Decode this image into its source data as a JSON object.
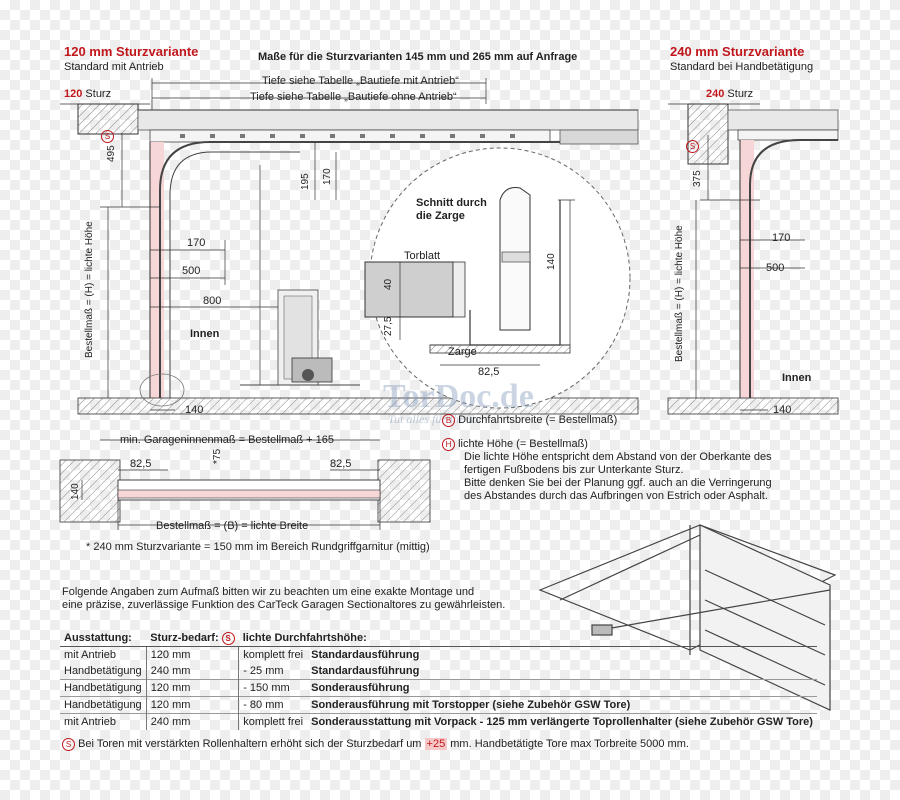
{
  "header": {
    "note": "Maße für die Sturzvarianten 145 mm und 265 mm auf Anfrage"
  },
  "left": {
    "title": "120 mm Sturzvariante",
    "subtitle": "Standard mit Antrieb",
    "sturz_value": "120",
    "sturz_label": "Sturz"
  },
  "right": {
    "title": "240 mm Sturzvariante",
    "subtitle": "Standard bei Handbetätigung",
    "sturz_value": "240",
    "sturz_label": "Sturz"
  },
  "badges": {
    "s": "S",
    "b": "B",
    "h": "H"
  },
  "drawing": {
    "depth_motor": "Tiefe siehe Tabelle „Bautiefe mit Antrieb“",
    "depth_no_motor": "Tiefe siehe Tabelle „Bautiefe ohne Antrieb“",
    "dim_495": "495",
    "dim_195": "195",
    "dim_170_vert": "170",
    "dim_170": "170",
    "dim_500": "500",
    "dim_800": "800",
    "dim_140": "140",
    "dim_375": "375",
    "innen": "Innen",
    "bestellmaß_placeholder": "",
    "bestellmass_vert": "Bestellmaß = (H) = lichte Höhe"
  },
  "detail": {
    "title1": "Schnitt durch",
    "title2": "die Zarge",
    "torblatt": "Torblatt",
    "dim_40": "40",
    "dim_27_5": "27,5",
    "zarge": "Zarge",
    "dim_82_5": "82,5",
    "dim_140": "140"
  },
  "watermark": {
    "text": "TorDoc.de",
    "tagline": "Tut alles für Ihr Tor"
  },
  "legend": {
    "b_text": "Durchfahrtsbreite (= Bestellmaß)",
    "h_text": "lichte Höhe (= Bestellmaß)",
    "line1": "Die lichte Höhe entspricht dem Abstand von der Oberkante des",
    "line2": "fertigen Fußbodens bis zur Unterkante Sturz.",
    "line3": "Bitte denken Sie bei der Planung ggf. auch an die Verringerung",
    "line4": "des Abstandes durch das Aufbringen von Estrich oder Asphalt."
  },
  "plan": {
    "garage_width": "min. Garageninnenmaß = Bestellmaß + 165",
    "dim_82_5": "82,5",
    "dim_75": "*75",
    "dim_140": "140",
    "bestellmass": "Bestellmaß = (B) = lichte Breite",
    "footnote": "* 240 mm Sturzvariante = 150 mm im Bereich Rundgriffgarnitur (mittig)"
  },
  "info": {
    "line1": "Folgende Angaben zum Aufmaß bitten wir zu beachten um eine exakte Montage und",
    "line2": "eine präzise, zuverlässige Funktion des CarTeck Garagen Sectionaltores zu gewährleisten."
  },
  "table": {
    "headers": [
      "Ausstattung:",
      "Sturz-bedarf:",
      "lichte Durchfahrtshöhe:"
    ],
    "rows": [
      {
        "a": "mit Antrieb",
        "b": "120 mm",
        "c": "komplett frei",
        "d": "Standardausführung",
        "sep": true
      },
      {
        "a": "Handbetätigung",
        "b": "240 mm",
        "c": "- 25 mm",
        "d": "Standardausführung",
        "sep": false
      },
      {
        "a": "Handbetätigung",
        "b": "120 mm",
        "c": "- 150 mm",
        "d": "Sonderausführung",
        "sep": true
      },
      {
        "a": "Handbetätigung",
        "b": "120 mm",
        "c": "- 80 mm",
        "d": "Sonderausführung mit Torstopper (siehe Zubehör GSW Tore)",
        "sep": true
      },
      {
        "a": "mit Antrieb",
        "b": "240 mm",
        "c": "komplett frei",
        "d": "Sonderausstattung mit Vorpack - 125 mm verlängerte Toprollenhalter (siehe Zubehör GSW Tore)",
        "sep": true
      }
    ]
  },
  "footer": {
    "a": "Bei Toren mit verstärkten Rollenhaltern erhöht sich der Sturzbedarf um ",
    "value": "+25",
    "b": "mm.     Handbetätigte Tore max Torbreite 5000 mm."
  }
}
